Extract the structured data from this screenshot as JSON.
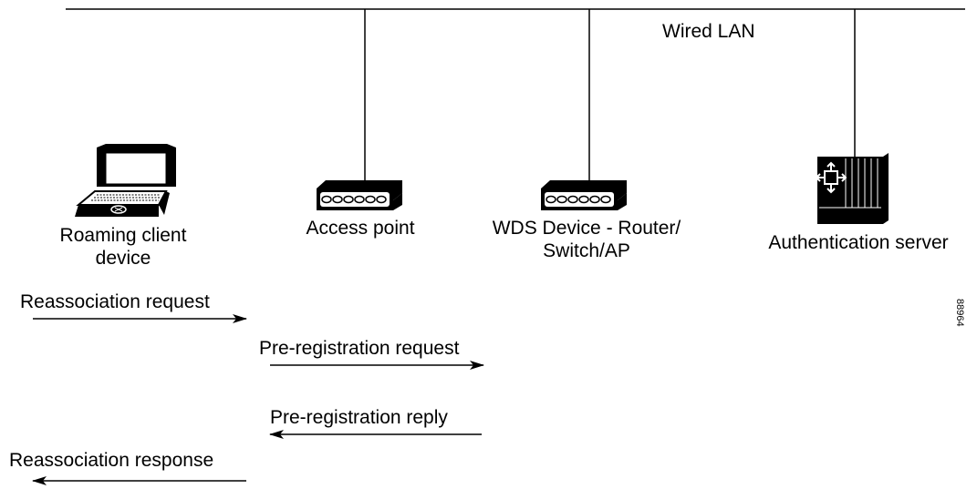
{
  "network": {
    "label": "Wired LAN"
  },
  "devices": {
    "client": {
      "line1": "Roaming client",
      "line2": "device"
    },
    "access_point": {
      "label": "Access point"
    },
    "wds": {
      "line1": "WDS Device - Router/",
      "line2": "Switch/AP"
    },
    "auth_server": {
      "label": "Authentication server"
    }
  },
  "messages": [
    {
      "label": "Reassociation request",
      "direction": "right"
    },
    {
      "label": "Pre-registration request",
      "direction": "right"
    },
    {
      "label": "Pre-registration reply",
      "direction": "left"
    },
    {
      "label": "Reassociation response",
      "direction": "left"
    }
  ],
  "figure_id": "88964",
  "colors": {
    "stroke": "#000000",
    "background": "#ffffff"
  }
}
